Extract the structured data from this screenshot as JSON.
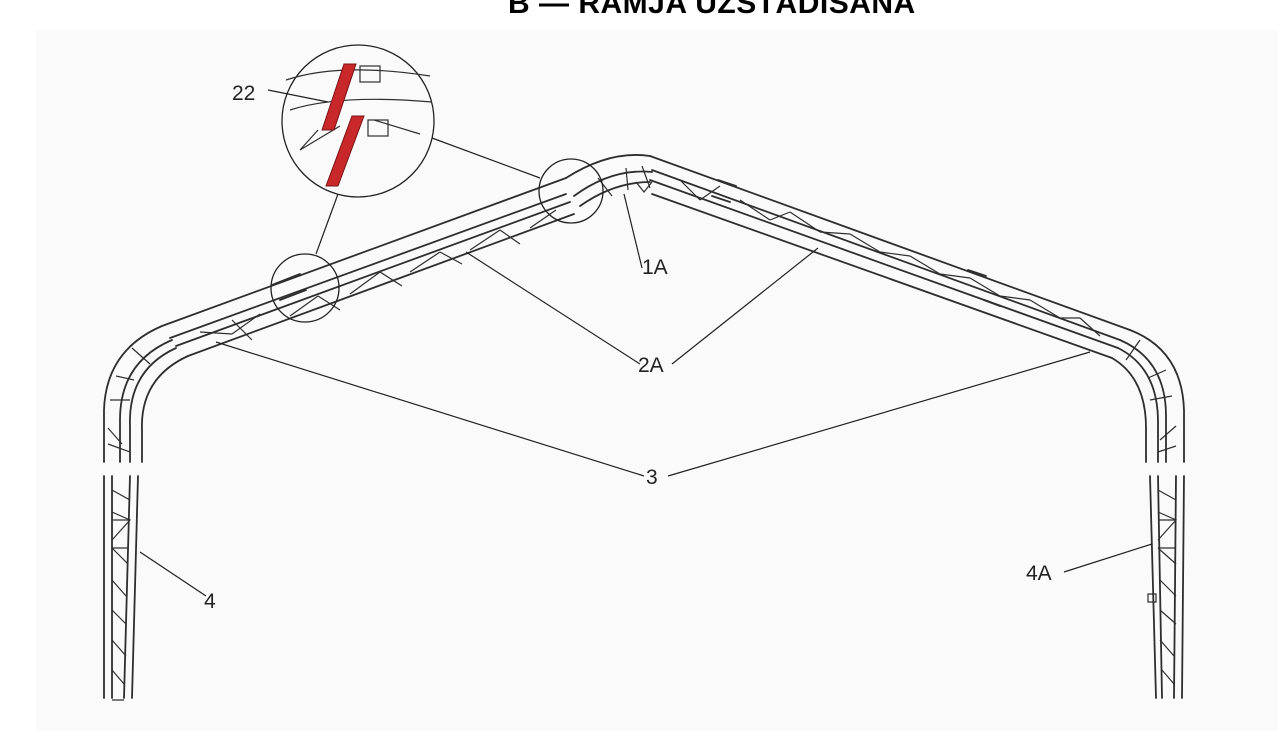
{
  "heading": "B — RAMJA UZSTĀDĪŠANA",
  "labels": {
    "part_22": "22",
    "part_1A": "1A",
    "part_2A": "2A",
    "part_3": "3",
    "part_4": "4",
    "part_4A": "4A"
  },
  "colors": {
    "line": "#2e2e2e",
    "highlight": "#c8282a",
    "background": "#fafafa"
  }
}
